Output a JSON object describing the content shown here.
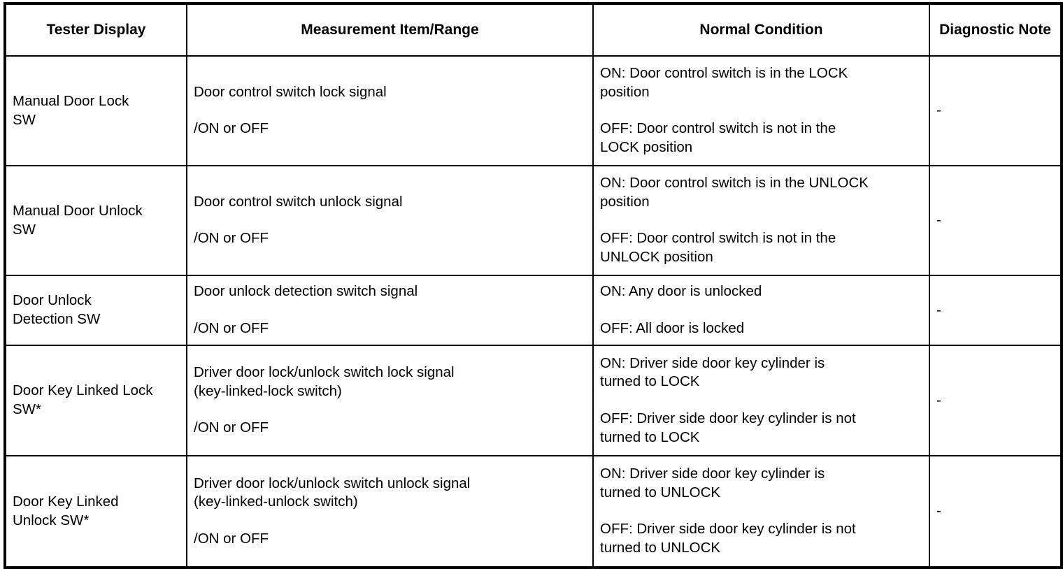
{
  "table": {
    "headers": [
      "Tester Display",
      "Measurement Item/Range",
      "Normal Condition",
      "Diagnostic Note"
    ],
    "rows": [
      {
        "tester_display": [
          "Manual Door Lock",
          "SW"
        ],
        "measurement": [
          [
            "Door control switch lock signal"
          ],
          [
            "/ON or OFF"
          ]
        ],
        "normal_condition": [
          [
            "ON: Door control switch is in the LOCK",
            "position"
          ],
          [
            "OFF: Door control switch is not in the",
            "LOCK position"
          ]
        ],
        "diagnostic_note": "-"
      },
      {
        "tester_display": [
          "Manual Door Unlock",
          "SW"
        ],
        "measurement": [
          [
            "Door control switch unlock signal"
          ],
          [
            "/ON or OFF"
          ]
        ],
        "normal_condition": [
          [
            "ON: Door control switch is in the UNLOCK",
            "position"
          ],
          [
            "OFF: Door control switch is not in the",
            "UNLOCK position"
          ]
        ],
        "diagnostic_note": "-"
      },
      {
        "tester_display": [
          "Door Unlock",
          "Detection SW"
        ],
        "measurement": [
          [
            "Door unlock detection switch signal"
          ],
          [
            "/ON or OFF"
          ]
        ],
        "normal_condition": [
          [
            "ON: Any door is unlocked"
          ],
          [
            "OFF: All door is locked"
          ]
        ],
        "diagnostic_note": "-"
      },
      {
        "tester_display": [
          "Door Key Linked Lock",
          "SW*"
        ],
        "measurement": [
          [
            "Driver door lock/unlock switch lock signal",
            "(key-linked-lock switch)"
          ],
          [
            "/ON or OFF"
          ]
        ],
        "normal_condition": [
          [
            "ON: Driver side door key cylinder is",
            "turned to LOCK"
          ],
          [
            "OFF: Driver side door key cylinder is not",
            "turned to LOCK"
          ]
        ],
        "diagnostic_note": "-"
      },
      {
        "tester_display": [
          "Door Key Linked",
          "Unlock SW*"
        ],
        "measurement": [
          [
            "Driver door lock/unlock switch unlock signal",
            "(key-linked-unlock switch)"
          ],
          [
            "/ON or OFF"
          ]
        ],
        "normal_condition": [
          [
            "ON: Driver side door key cylinder is",
            "turned to UNLOCK"
          ],
          [
            "OFF: Driver side door key cylinder is not",
            "turned to UNLOCK"
          ]
        ],
        "diagnostic_note": "-"
      }
    ]
  }
}
